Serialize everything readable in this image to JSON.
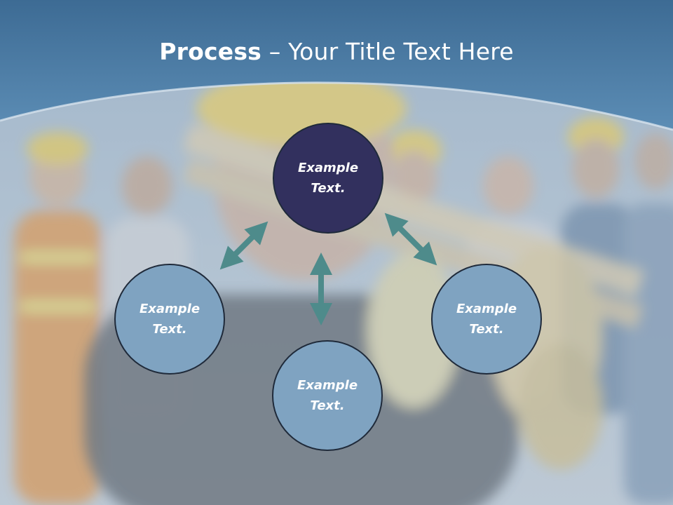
{
  "title": {
    "bold": "Process",
    "rest": " – Your Title Text Here"
  },
  "nodes": {
    "top": {
      "line1": "Example",
      "line2": "Text."
    },
    "left": {
      "line1": "Example",
      "line2": "Text."
    },
    "bottom": {
      "line1": "Example",
      "line2": "Text."
    },
    "right": {
      "line1": "Example",
      "line2": "Text."
    }
  },
  "colors": {
    "header": "#4a79a2",
    "center_node": "#32305e",
    "outer_node": "#7fa3c1",
    "arrow": "#4e8b8b"
  }
}
